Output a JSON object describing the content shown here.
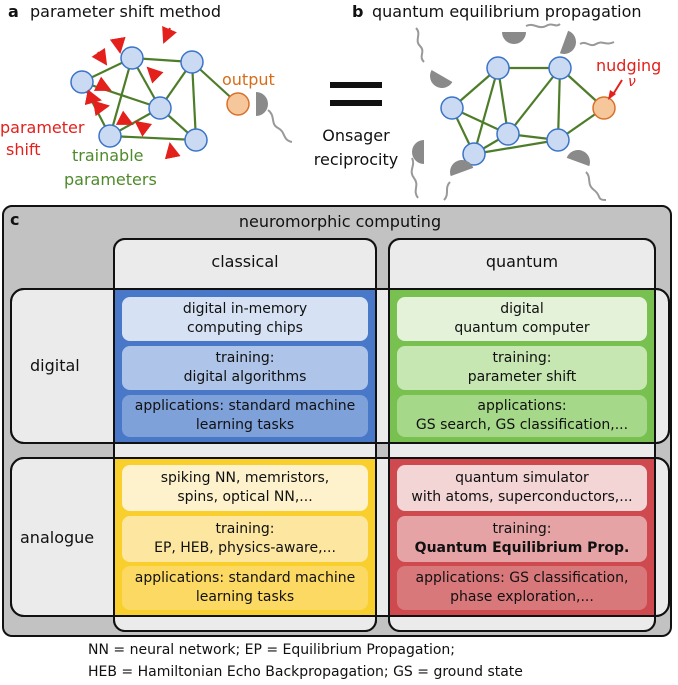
{
  "panel_a": {
    "letter": "a",
    "title": "parameter shift method",
    "label_output": "output",
    "label_parameter": "parameter",
    "label_shift": "shift",
    "label_trainable": "trainable",
    "label_parameters": "parameters"
  },
  "middle": {
    "line1": "Onsager",
    "line2": "reciprocity"
  },
  "panel_b": {
    "letter": "b",
    "title": "quantum equilibrium propagation",
    "label_nudging": "nudging",
    "label_nu": "ν"
  },
  "panel_c": {
    "letter": "c",
    "title": "neuromorphic computing",
    "col_classical": "classical",
    "col_quantum": "quantum",
    "row_digital": "digital",
    "row_analogue": "analogue",
    "cards": {
      "dc1": [
        "digital in-memory",
        "computing chips"
      ],
      "dc2": [
        "training:",
        "digital algorithms"
      ],
      "dc3": [
        "applications: standard machine",
        "learning tasks"
      ],
      "dq1": [
        "digital",
        "quantum computer"
      ],
      "dq2": [
        "training:",
        "parameter shift"
      ],
      "dq3": [
        "applications:",
        "GS search, GS classification,..."
      ],
      "ac1": [
        "spiking NN, memristors,",
        "spins, optical NN,..."
      ],
      "ac2": [
        "training:",
        "EP, HEB, physics-aware,..."
      ],
      "ac3": [
        "applications: standard machine",
        "learning tasks"
      ],
      "aq1": [
        "quantum simulator",
        "with atoms, superconductors,..."
      ],
      "aq2": [
        "training:",
        "Quantum Equilibrium Prop."
      ],
      "aq3": [
        "applications: GS classification,",
        "phase exploration,..."
      ]
    }
  },
  "footnote": {
    "line1": "NN = neural network; EP = Equilibrium Propagation;",
    "line2": "HEB = Hamiltonian Echo Backpropagation; GS = ground state"
  },
  "colors": {
    "node_fill": "#c9daf2",
    "node_stroke": "#3b73c8",
    "edge": "#4e7d2a",
    "arrow": "#e3201b",
    "output": "#f7c79c",
    "output_stroke": "#d9702a",
    "green_text": "#4e8a2a",
    "red_text": "#e3201b",
    "orange_text": "#d86d18",
    "outer_bg": "#c2c2c2",
    "classical_blue": "#4a78c9",
    "quantum_green": "#78c050",
    "analogue_yellow": "#f8cf2c",
    "analogue_red": "#cf4a4f"
  }
}
